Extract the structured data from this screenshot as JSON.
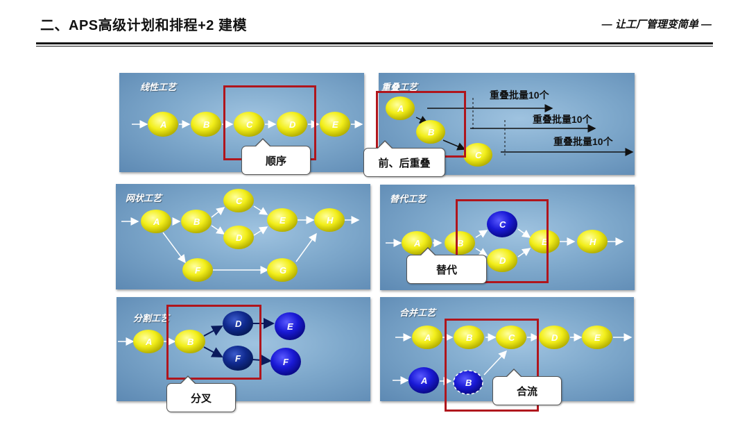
{
  "header": {
    "title": "二、APS高级计划和排程+2 建模",
    "slogan": "— 让工厂管理变简单 —"
  },
  "colors": {
    "yellow_node": "#f2ee1a",
    "blue_node": "#1a1ad6",
    "dark_blue_node": "#102a8f",
    "red_box": "#b0151c"
  },
  "panels": {
    "linear": {
      "title": "线性工艺",
      "nodes": [
        "A",
        "B",
        "C",
        "D",
        "E"
      ],
      "callout": "顺序"
    },
    "overlap": {
      "title": "重叠工艺",
      "nodes": [
        "A",
        "B",
        "C"
      ],
      "callout": "前、后重叠",
      "batch_labels": [
        "重叠批量10个",
        "重叠批量10个",
        "重叠批量10个"
      ]
    },
    "network": {
      "title": "网状工艺",
      "nodes": [
        "A",
        "B",
        "C",
        "D",
        "E",
        "H",
        "F",
        "G"
      ]
    },
    "alternate": {
      "title": "替代工艺",
      "nodes": [
        "A",
        "B",
        "C",
        "D",
        "E",
        "H"
      ],
      "callout": "替代"
    },
    "split": {
      "title": "分割工艺",
      "nodes": [
        "A",
        "B",
        "D",
        "F",
        "E",
        "F"
      ],
      "callout": "分叉"
    },
    "merge": {
      "title": "合并工艺",
      "nodes_top": [
        "A",
        "B",
        "C",
        "D",
        "E"
      ],
      "nodes_bottom": [
        "A",
        "B"
      ],
      "callout": "合流"
    }
  }
}
